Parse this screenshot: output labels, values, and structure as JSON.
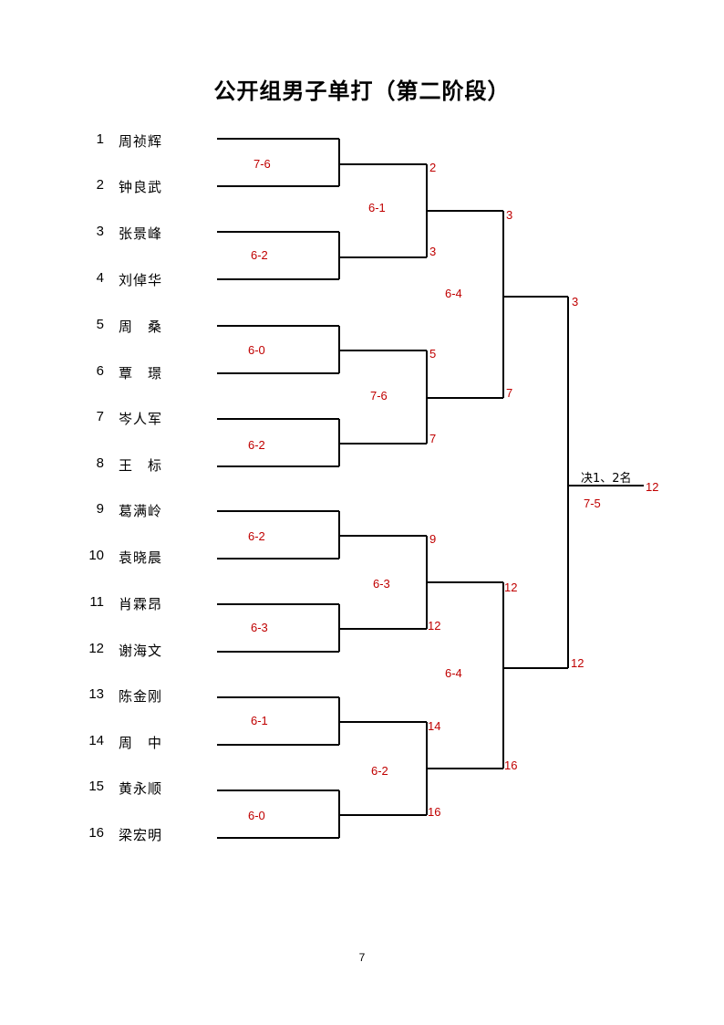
{
  "title": "公开组男子单打（第二阶段）",
  "page_number": "7",
  "players": [
    {
      "seed": "1",
      "name": "周祯辉"
    },
    {
      "seed": "2",
      "name": "钟良武"
    },
    {
      "seed": "3",
      "name": "张景峰"
    },
    {
      "seed": "4",
      "name": "刘倬华"
    },
    {
      "seed": "5",
      "name": "周　桑"
    },
    {
      "seed": "6",
      "name": "覃　璟"
    },
    {
      "seed": "7",
      "name": "岑人军"
    },
    {
      "seed": "8",
      "name": "王　标"
    },
    {
      "seed": "9",
      "name": "葛满岭"
    },
    {
      "seed": "10",
      "name": "袁晓晨"
    },
    {
      "seed": "11",
      "name": "肖霖昂"
    },
    {
      "seed": "12",
      "name": "谢海文"
    },
    {
      "seed": "13",
      "name": "陈金刚"
    },
    {
      "seed": "14",
      "name": "周　中"
    },
    {
      "seed": "15",
      "name": "黄永顺"
    },
    {
      "seed": "16",
      "name": "梁宏明"
    }
  ],
  "round1": [
    {
      "score": "7-6",
      "winner": "2"
    },
    {
      "score": "6-2",
      "winner": "3"
    },
    {
      "score": "6-0",
      "winner": "5"
    },
    {
      "score": "6-2",
      "winner": "7"
    },
    {
      "score": "6-2",
      "winner": "9"
    },
    {
      "score": "6-3",
      "winner": "12"
    },
    {
      "score": "6-1",
      "winner": "14"
    },
    {
      "score": "6-0",
      "winner": "16"
    }
  ],
  "round2": [
    {
      "score": "6-1",
      "winner": "3"
    },
    {
      "score": "7-6",
      "winner": "7"
    },
    {
      "score": "6-3",
      "winner": "12"
    },
    {
      "score": "6-2",
      "winner": "16"
    }
  ],
  "round3": [
    {
      "score": "6-4",
      "winner": "3"
    },
    {
      "score": "6-4",
      "winner": "12"
    }
  ],
  "final": {
    "label": "决1、2名",
    "score": "7-5",
    "winner": "12"
  }
}
